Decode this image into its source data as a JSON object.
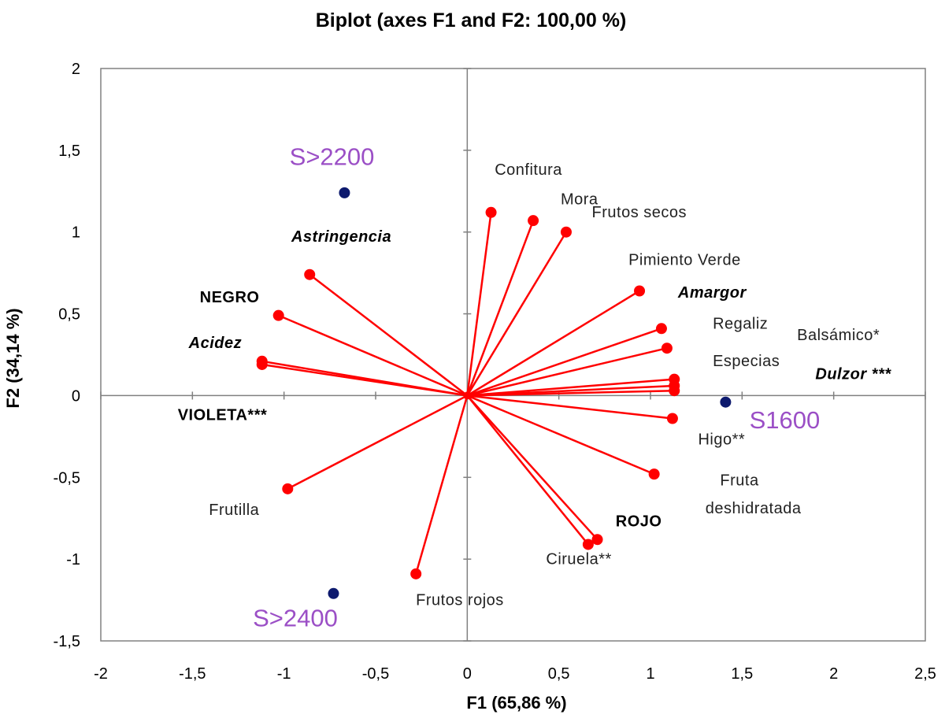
{
  "chart_data": {
    "type": "scatter",
    "subtype": "biplot",
    "title": "Biplot (axes F1 and F2: 100,00 %)",
    "xlabel": "F1 (65,86 %)",
    "ylabel": "F2 (34,14 %)",
    "xlim": [
      -2,
      2.5
    ],
    "ylim": [
      -1.5,
      2
    ],
    "x_ticks": [
      "-2",
      "-1,5",
      "-1",
      "-0,5",
      "0",
      "0,5",
      "1",
      "1,5",
      "2",
      "2,5"
    ],
    "y_ticks": [
      "2",
      "1,5",
      "1",
      "0,5",
      "0",
      "-0,5",
      "-1",
      "-1,5"
    ],
    "grid": false,
    "vector_color": "#ff0000",
    "observation_color": "#0d1a6e",
    "observation_label_color": "#9b4fc6",
    "variables": [
      {
        "x": -0.86,
        "y": 0.74
      },
      {
        "x": -1.03,
        "y": 0.49
      },
      {
        "x": -1.12,
        "y": 0.21
      },
      {
        "x": -1.12,
        "y": 0.19
      },
      {
        "x": -0.98,
        "y": -0.57
      },
      {
        "x": -0.28,
        "y": -1.09
      },
      {
        "x": 0.13,
        "y": 1.12
      },
      {
        "x": 0.36,
        "y": 1.07
      },
      {
        "x": 0.54,
        "y": 1.0
      },
      {
        "x": 0.94,
        "y": 0.64
      },
      {
        "x": 1.06,
        "y": 0.41
      },
      {
        "x": 1.09,
        "y": 0.29
      },
      {
        "x": 1.13,
        "y": 0.1
      },
      {
        "x": 1.13,
        "y": 0.06
      },
      {
        "x": 1.13,
        "y": 0.03
      },
      {
        "x": 1.12,
        "y": -0.14
      },
      {
        "x": 1.02,
        "y": -0.48
      },
      {
        "x": 0.71,
        "y": -0.88
      },
      {
        "x": 0.66,
        "y": -0.91
      }
    ],
    "labels": [
      {
        "text": "Astringencia",
        "style": "bolditalic",
        "x": -0.96,
        "y": 0.94
      },
      {
        "text": "NEGRO",
        "style": "bold",
        "x": -1.46,
        "y": 0.57
      },
      {
        "text": "Acidez",
        "style": "bolditalic",
        "x": -1.52,
        "y": 0.29
      },
      {
        "text": "VIOLETA***",
        "style": "bold",
        "x": -1.58,
        "y": -0.15
      },
      {
        "text": "Frutilla",
        "style": "normal",
        "x": -1.41,
        "y": -0.73
      },
      {
        "text": "Frutos rojos",
        "style": "normal",
        "x": -0.28,
        "y": -1.28
      },
      {
        "text": "Confitura",
        "style": "normal",
        "x": 0.15,
        "y": 1.35
      },
      {
        "text": "Mora",
        "style": "normal",
        "x": 0.51,
        "y": 1.17
      },
      {
        "text": "Frutos secos",
        "style": "normal",
        "x": 0.68,
        "y": 1.09
      },
      {
        "text": "Pimiento Verde",
        "style": "normal",
        "x": 0.88,
        "y": 0.8
      },
      {
        "text": "Amargor",
        "style": "bolditalic",
        "x": 1.15,
        "y": 0.6
      },
      {
        "text": "Regaliz",
        "style": "normal",
        "x": 1.34,
        "y": 0.41
      },
      {
        "text": "Balsámico*",
        "style": "normal",
        "x": 1.8,
        "y": 0.34
      },
      {
        "text": "Especias",
        "style": "normal",
        "x": 1.34,
        "y": 0.18
      },
      {
        "text": "Dulzor ***",
        "style": "bolditalic",
        "x": 1.9,
        "y": 0.1
      },
      {
        "text": "Higo**",
        "style": "normal",
        "x": 1.26,
        "y": -0.3
      },
      {
        "text": "Fruta",
        "style": "normal",
        "x": 1.38,
        "y": -0.55
      },
      {
        "text": "deshidratada",
        "style": "normal",
        "x": 1.3,
        "y": -0.72
      },
      {
        "text": "ROJO",
        "style": "bold",
        "x": 0.81,
        "y": -0.8
      },
      {
        "text": "Ciruela**",
        "style": "normal",
        "x": 0.43,
        "y": -1.03
      }
    ],
    "observations": [
      {
        "name": "S>2200",
        "x": -0.67,
        "y": 1.24,
        "label_x": -0.97,
        "label_y": 1.41
      },
      {
        "name": "S>2400",
        "x": -0.73,
        "y": -1.21,
        "label_x": -1.17,
        "label_y": -1.41
      },
      {
        "name": "S1600",
        "x": 1.41,
        "y": -0.04,
        "label_x": 1.54,
        "label_y": -0.2
      }
    ]
  }
}
